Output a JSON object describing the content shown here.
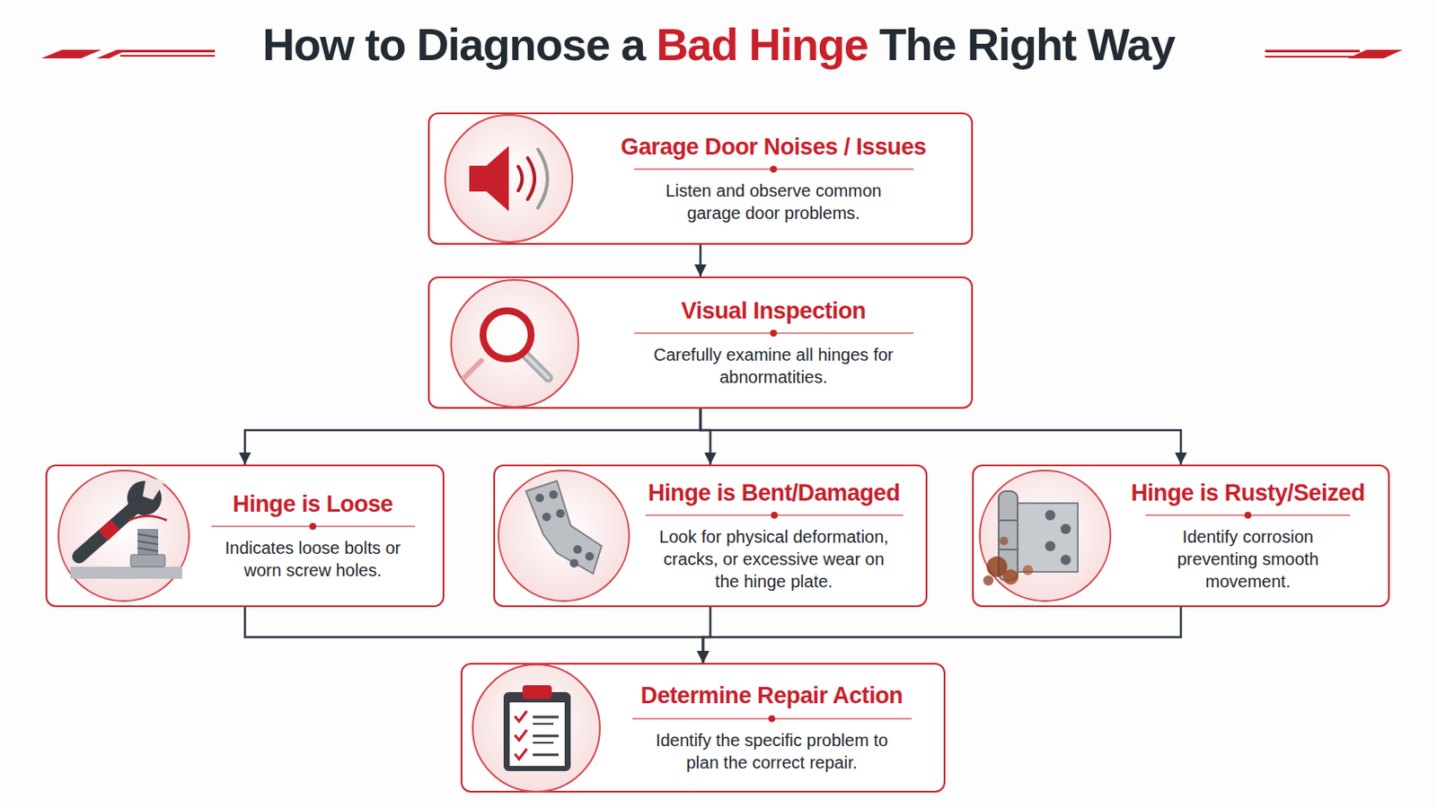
{
  "diagram": {
    "title": "How to Diagnose a Bad Hinge The Right Way",
    "nodes": [
      {
        "text": [
          "Garage Door Noises / Issues",
          "Listen and observe common garage door problems."
        ]
      },
      {
        "text": [
          "Visual Inspection",
          "Carefully examine all hinges for abnormatities."
        ]
      },
      {
        "text": [
          "Hinge is Loose",
          "Indicates loose bolts or worn screw holes."
        ]
      },
      {
        "text": [
          "Hinge is Bent/Damaged",
          "Look for physical deformation, cracks, or excessive wear on the hinge plate."
        ]
      },
      {
        "text": [
          "Hinge is Rusty/Seized",
          "Identify corrosion preventing smooth movement."
        ]
      },
      {
        "text": [
          "Determine Repair Action",
          "Identify the specific problem to plan the correct repair."
        ]
      }
    ],
    "edges": [
      {
        "from": 0,
        "to": 1,
        "arrow": "to"
      },
      {
        "from": 1,
        "to": 2,
        "arrow": "to"
      },
      {
        "from": 1,
        "to": 3,
        "arrow": "to"
      },
      {
        "from": 1,
        "to": 4,
        "arrow": "to"
      },
      {
        "from": 2,
        "to": 5,
        "arrow": "to"
      },
      {
        "from": 3,
        "to": 5,
        "arrow": "to"
      },
      {
        "from": 4,
        "to": 5,
        "arrow": "to"
      }
    ]
  }
}
